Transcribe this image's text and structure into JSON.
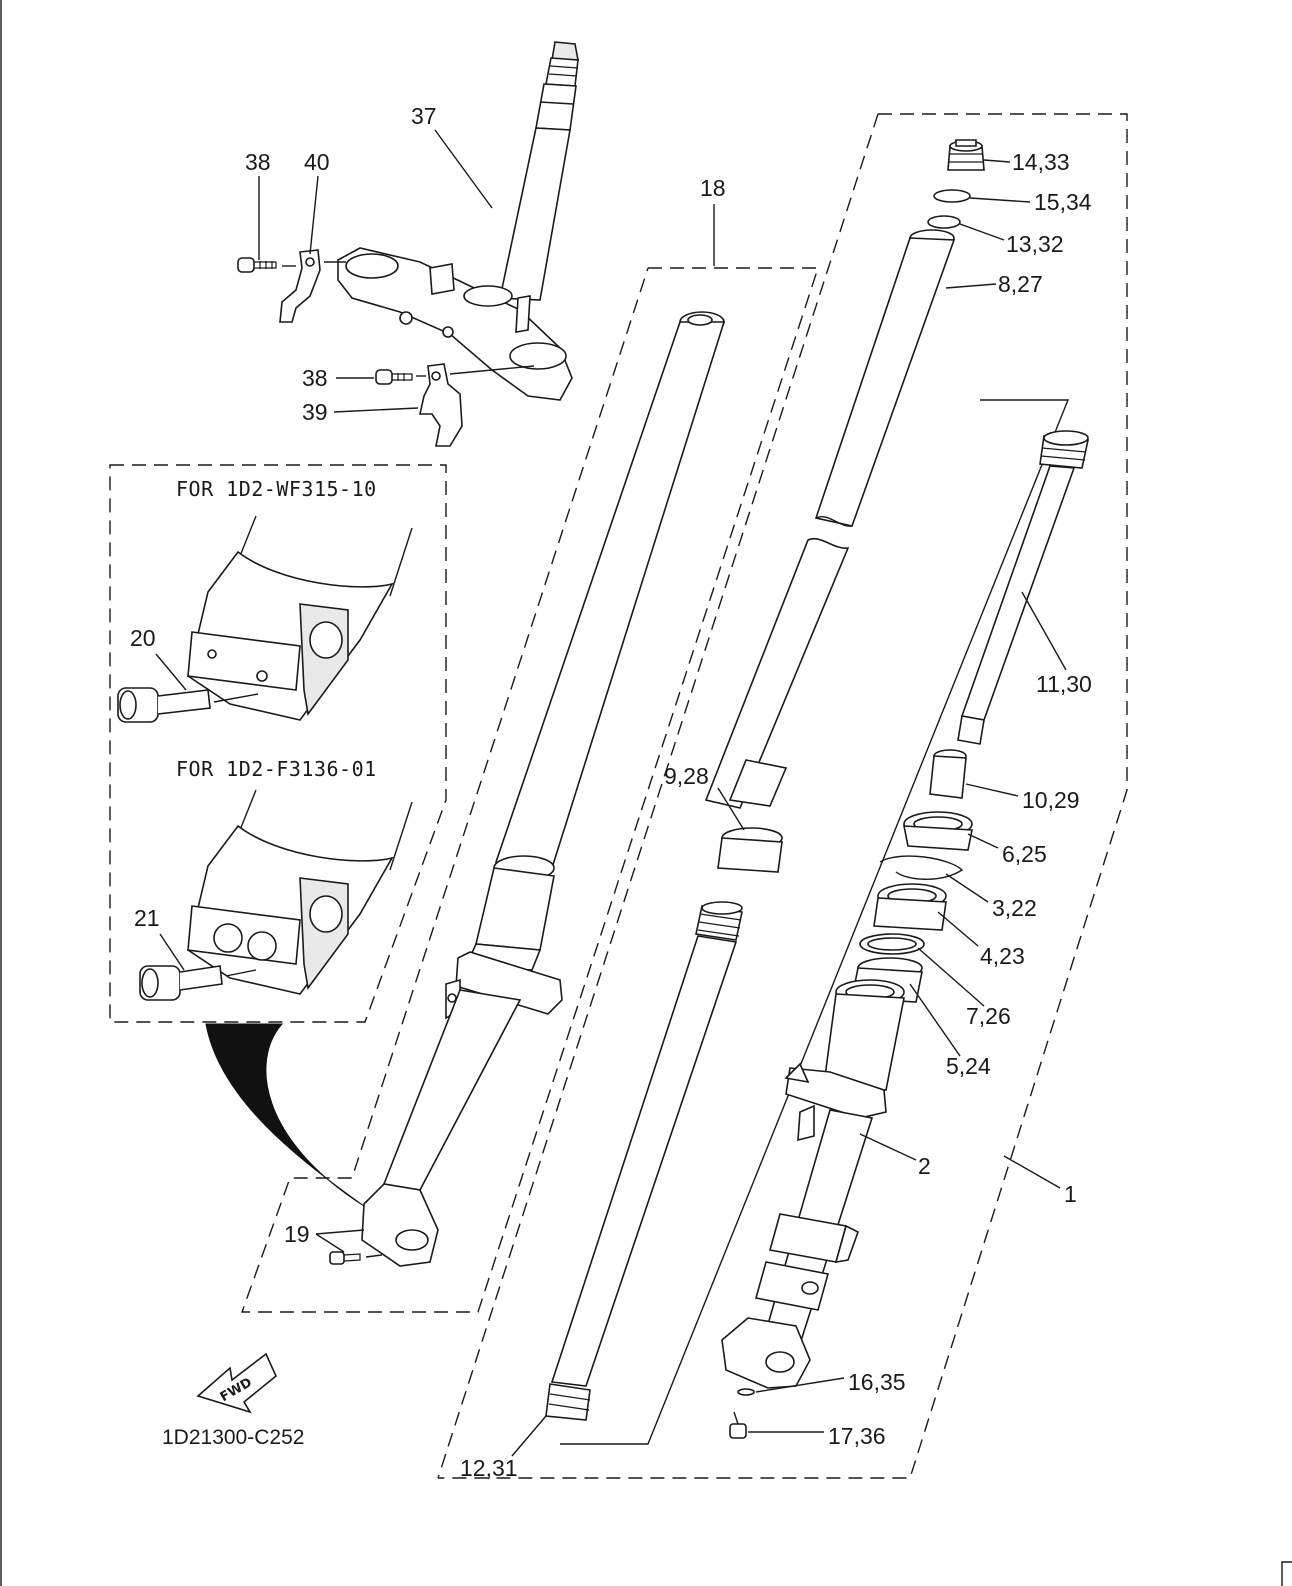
{
  "callouts": [
    {
      "id": "37",
      "text": "37"
    },
    {
      "id": "38a",
      "text": "38"
    },
    {
      "id": "40",
      "text": "40"
    },
    {
      "id": "38b",
      "text": "38"
    },
    {
      "id": "39",
      "text": "39"
    },
    {
      "id": "18",
      "text": "18"
    },
    {
      "id": "14",
      "text": "14,33"
    },
    {
      "id": "15",
      "text": "15,34"
    },
    {
      "id": "13",
      "text": "13,32"
    },
    {
      "id": "8",
      "text": "8,27"
    },
    {
      "id": "11",
      "text": "11,30"
    },
    {
      "id": "9",
      "text": "9,28"
    },
    {
      "id": "10",
      "text": "10,29"
    },
    {
      "id": "6",
      "text": "6,25"
    },
    {
      "id": "3",
      "text": "3,22"
    },
    {
      "id": "4",
      "text": "4,23"
    },
    {
      "id": "7",
      "text": "7,26"
    },
    {
      "id": "5",
      "text": "5,24"
    },
    {
      "id": "2",
      "text": "2"
    },
    {
      "id": "1",
      "text": "1"
    },
    {
      "id": "20",
      "text": "20"
    },
    {
      "id": "21",
      "text": "21"
    },
    {
      "id": "19",
      "text": "19"
    },
    {
      "id": "16",
      "text": "16,35"
    },
    {
      "id": "17",
      "text": "17,36"
    },
    {
      "id": "12",
      "text": "12,31"
    }
  ],
  "inset": {
    "note_a": "FOR 1D2-WF315-10",
    "note_b": "FOR 1D2-F3136-01"
  },
  "fwd_label": "FWD",
  "diagram_code": "1D21300-C252"
}
